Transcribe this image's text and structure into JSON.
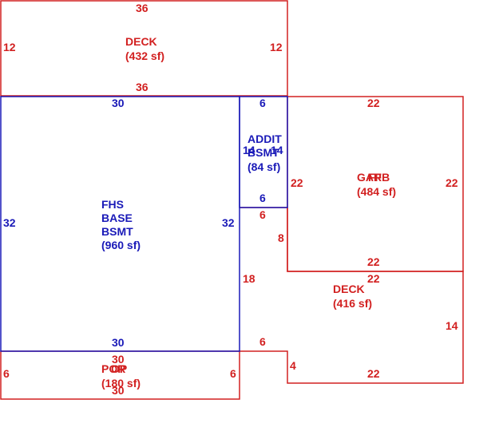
{
  "colors": {
    "red": "#d22020",
    "blue": "#1a1ab8",
    "background": "#ffffff"
  },
  "areas": {
    "deck_top": {
      "name": "DECK",
      "area": "(432 sf)"
    },
    "basement": {
      "line1": "FHS",
      "line2": "BASE",
      "line3": "BSMT",
      "area": "(960 sf)"
    },
    "addition": {
      "line1": "ADDIT",
      "line2": "BSMT",
      "area": "(84 sf)"
    },
    "garage": {
      "name_a": "GAR",
      "name_b": "FFB",
      "area": "(484 sf)"
    },
    "deck_right": {
      "name": "DECK",
      "area": "(416 sf)"
    },
    "porch": {
      "name_a": "POR",
      "name_b": "OP",
      "area": "(180 sf)"
    }
  },
  "dimensions": {
    "deck_top": {
      "top": "36",
      "left": "12",
      "right": "12",
      "bottom": "36"
    },
    "basement": {
      "top": "30",
      "left": "32",
      "right": "32",
      "bottom": "30"
    },
    "addition": {
      "top": "6",
      "left": "14",
      "right": "14",
      "bottom": "6"
    },
    "garage": {
      "top": "22",
      "left": "22",
      "right": "22",
      "bottom": "22"
    },
    "deck_right": {
      "top": "22",
      "right": "14",
      "bottom": "22",
      "left_small": "4",
      "top_left": "6",
      "left_upper": "6",
      "side_8": "8",
      "side_18": "18"
    },
    "porch": {
      "top": "30",
      "left": "6",
      "right": "6",
      "bottom": "30"
    }
  }
}
